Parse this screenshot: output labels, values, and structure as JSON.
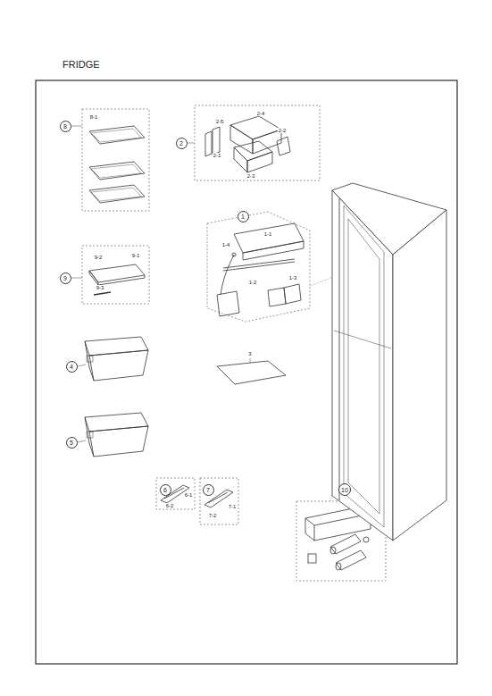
{
  "diagram": {
    "title": "FRIDGE",
    "nodes": [
      {
        "text": [
          "8"
        ]
      },
      {
        "text": [
          "2"
        ]
      },
      {
        "text": [
          "1"
        ]
      },
      {
        "text": [
          "9"
        ]
      },
      {
        "text": [
          "4"
        ]
      },
      {
        "text": [
          "5"
        ]
      },
      {
        "text": [
          "6"
        ]
      },
      {
        "text": [
          "7"
        ]
      },
      {
        "text": [
          "10"
        ]
      }
    ],
    "labels": [
      "8-1",
      "2-5",
      "2-4",
      "2-2",
      "2-1",
      "2-3",
      "1-1",
      "1-4",
      "1-2",
      "1-3",
      "9-2",
      "9-1",
      "9-3",
      "3",
      "6-1",
      "6-2",
      "7-2",
      "7-1"
    ]
  }
}
